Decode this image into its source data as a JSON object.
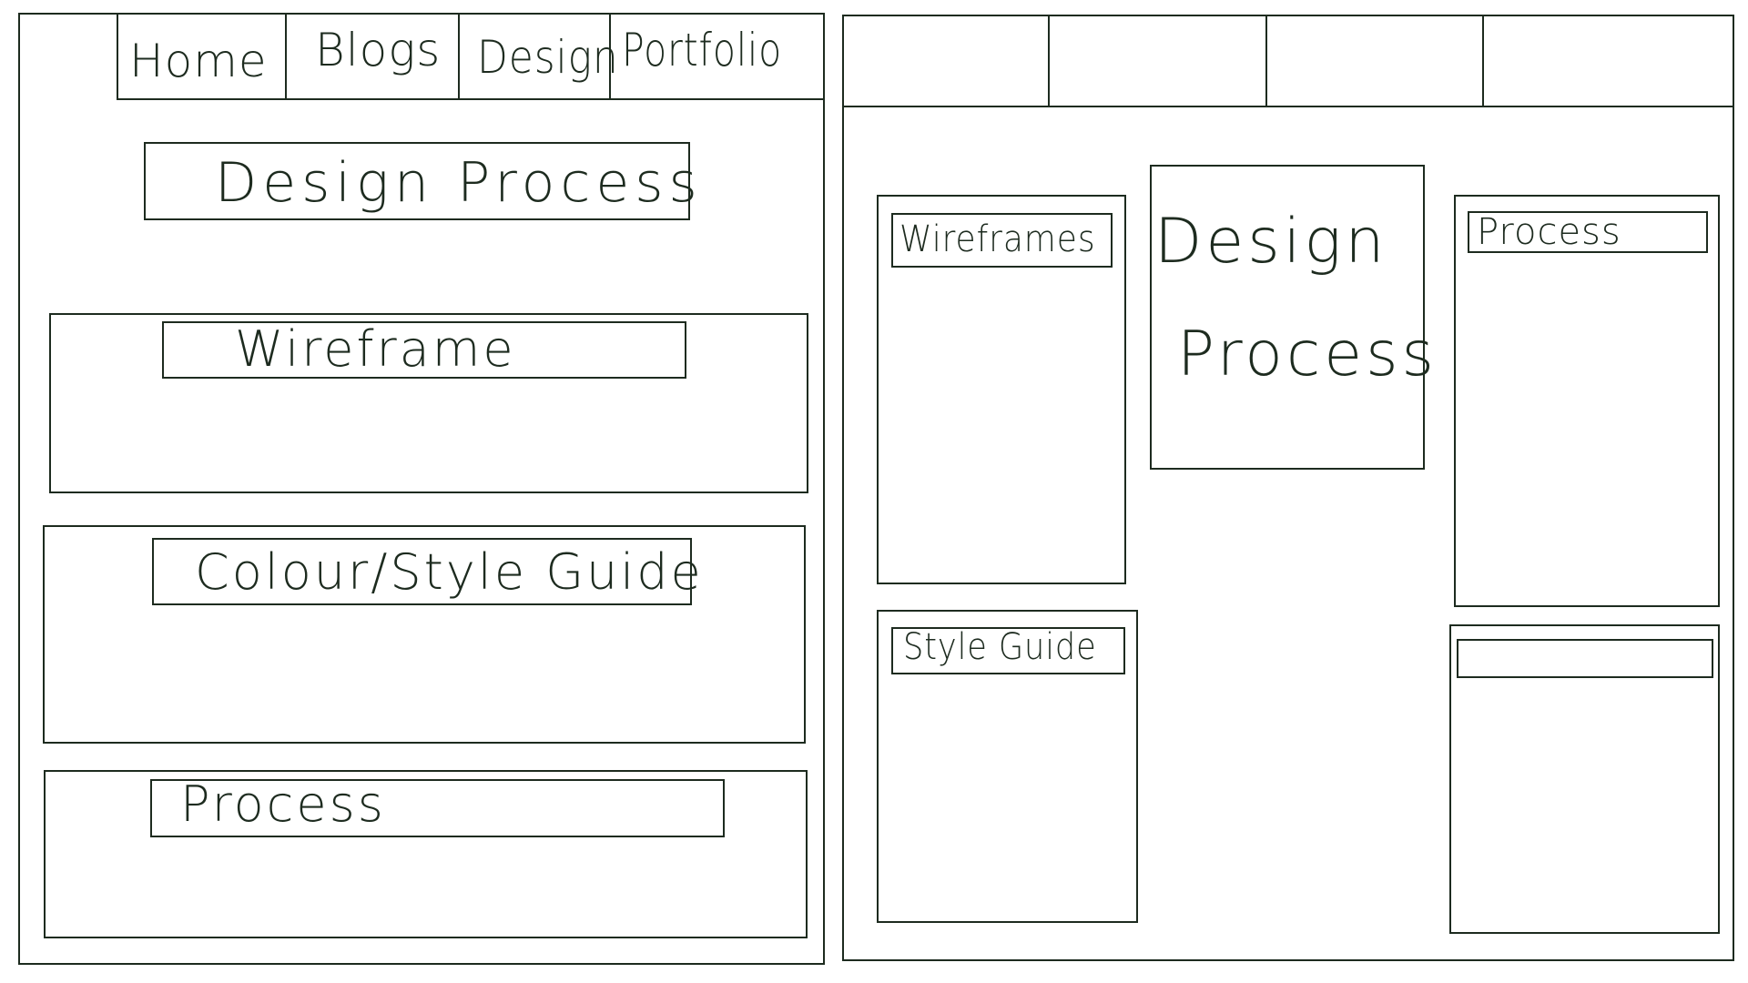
{
  "mobile": {
    "nav": {
      "items": [
        {
          "label": "Home"
        },
        {
          "label": "Blogs"
        },
        {
          "label": "Design"
        },
        {
          "label": "Portfolio"
        }
      ]
    },
    "page_title": "Design Process",
    "sections": [
      {
        "title": "Wireframe"
      },
      {
        "title": "Colour/Style Guide"
      },
      {
        "title": "Process"
      }
    ]
  },
  "desktop": {
    "nav": {
      "items": [
        {
          "label": ""
        },
        {
          "label": ""
        },
        {
          "label": ""
        },
        {
          "label": ""
        }
      ]
    },
    "hero": {
      "line1": "Design",
      "line2": "Process"
    },
    "cards": [
      {
        "title": "Wireframes"
      },
      {
        "title": "Process"
      },
      {
        "title": "Style Guide"
      },
      {
        "title": ""
      }
    ]
  }
}
